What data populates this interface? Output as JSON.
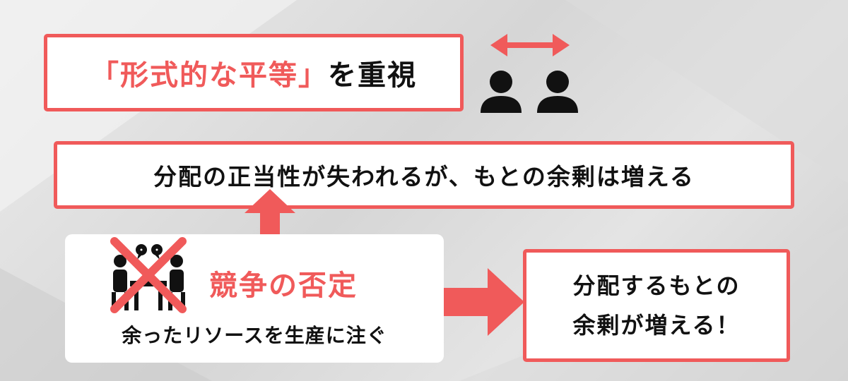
{
  "formal_equality": {
    "quote_text": "「形式的な平等」",
    "suffix": "を重視"
  },
  "outcome_top": {
    "text": "分配の正当性が失われるが、もとの余剰は増える"
  },
  "competition": {
    "title": "競争の否定",
    "subtitle": "余ったリソースを生産に注ぐ"
  },
  "outcome_right": {
    "line1": "分配するもとの",
    "line2": "余剰が増える！"
  },
  "icons": {
    "equal_people": "two-people-icon",
    "double_arrow": "double-arrow-icon",
    "meeting": "meeting-people-icon",
    "cross": "red-cross-icon"
  },
  "colors": {
    "accent": "#f05a5a",
    "text": "#111111",
    "box": "#ffffff"
  }
}
